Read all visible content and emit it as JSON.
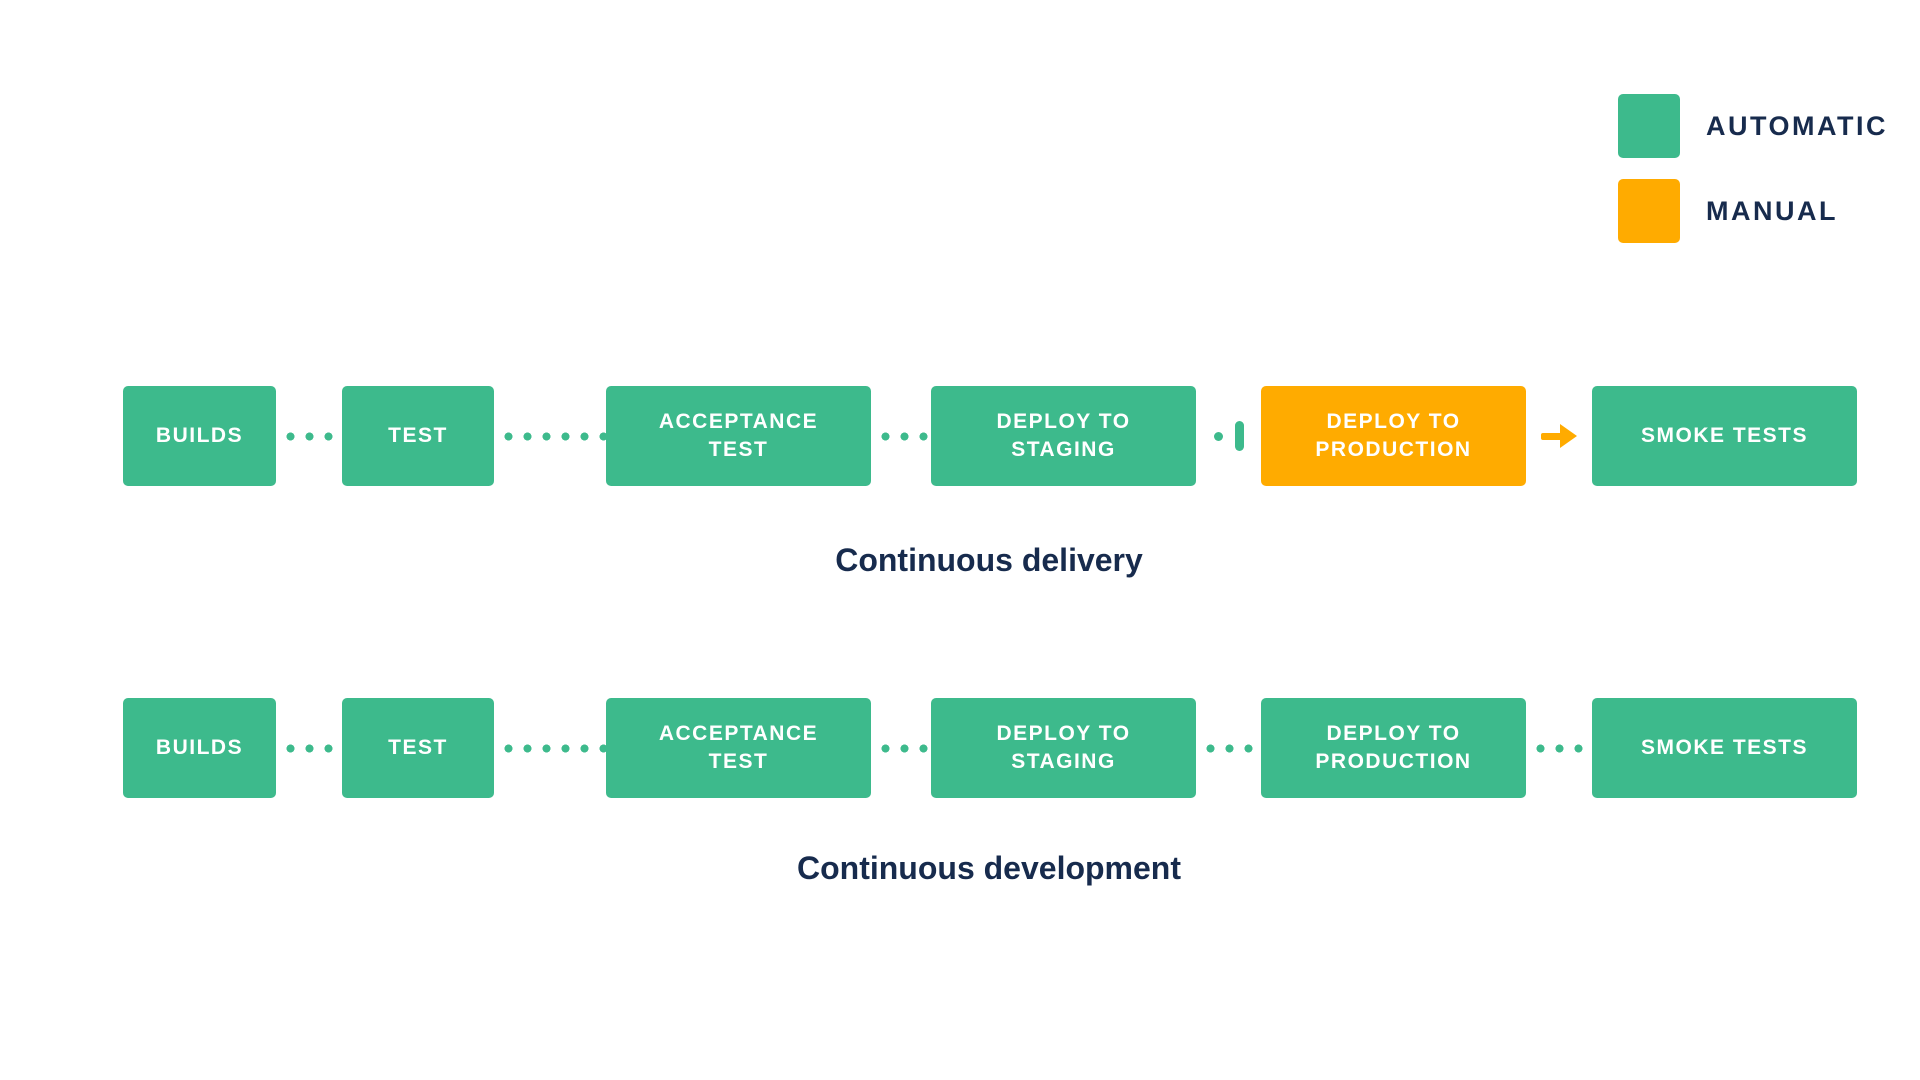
{
  "legend": {
    "items": [
      {
        "label": "AUTOMATIC",
        "color": "#3DBA8C"
      },
      {
        "label": "MANUAL",
        "color": "#FFAB00"
      }
    ]
  },
  "pipelines": [
    {
      "title": "Continuous delivery",
      "stages": [
        {
          "label": "BUILDS",
          "type": "automatic"
        },
        {
          "label": "TEST",
          "type": "automatic"
        },
        {
          "label": "ACCEPTANCE TEST",
          "type": "automatic"
        },
        {
          "label": "DEPLOY TO STAGING",
          "type": "automatic"
        },
        {
          "label": "DEPLOY TO PRODUCTION",
          "type": "manual"
        },
        {
          "label": "SMOKE TESTS",
          "type": "automatic"
        }
      ]
    },
    {
      "title": "Continuous development",
      "stages": [
        {
          "label": "BUILDS",
          "type": "automatic"
        },
        {
          "label": "TEST",
          "type": "automatic"
        },
        {
          "label": "ACCEPTANCE TEST",
          "type": "automatic"
        },
        {
          "label": "DEPLOY TO STAGING",
          "type": "automatic"
        },
        {
          "label": "DEPLOY TO PRODUCTION",
          "type": "automatic"
        },
        {
          "label": "SMOKE TESTS",
          "type": "automatic"
        }
      ]
    }
  ],
  "colors": {
    "automatic": "#3DBA8C",
    "manual": "#FFAB00",
    "title_text": "#172B4D",
    "background": "#FFFFFF"
  }
}
